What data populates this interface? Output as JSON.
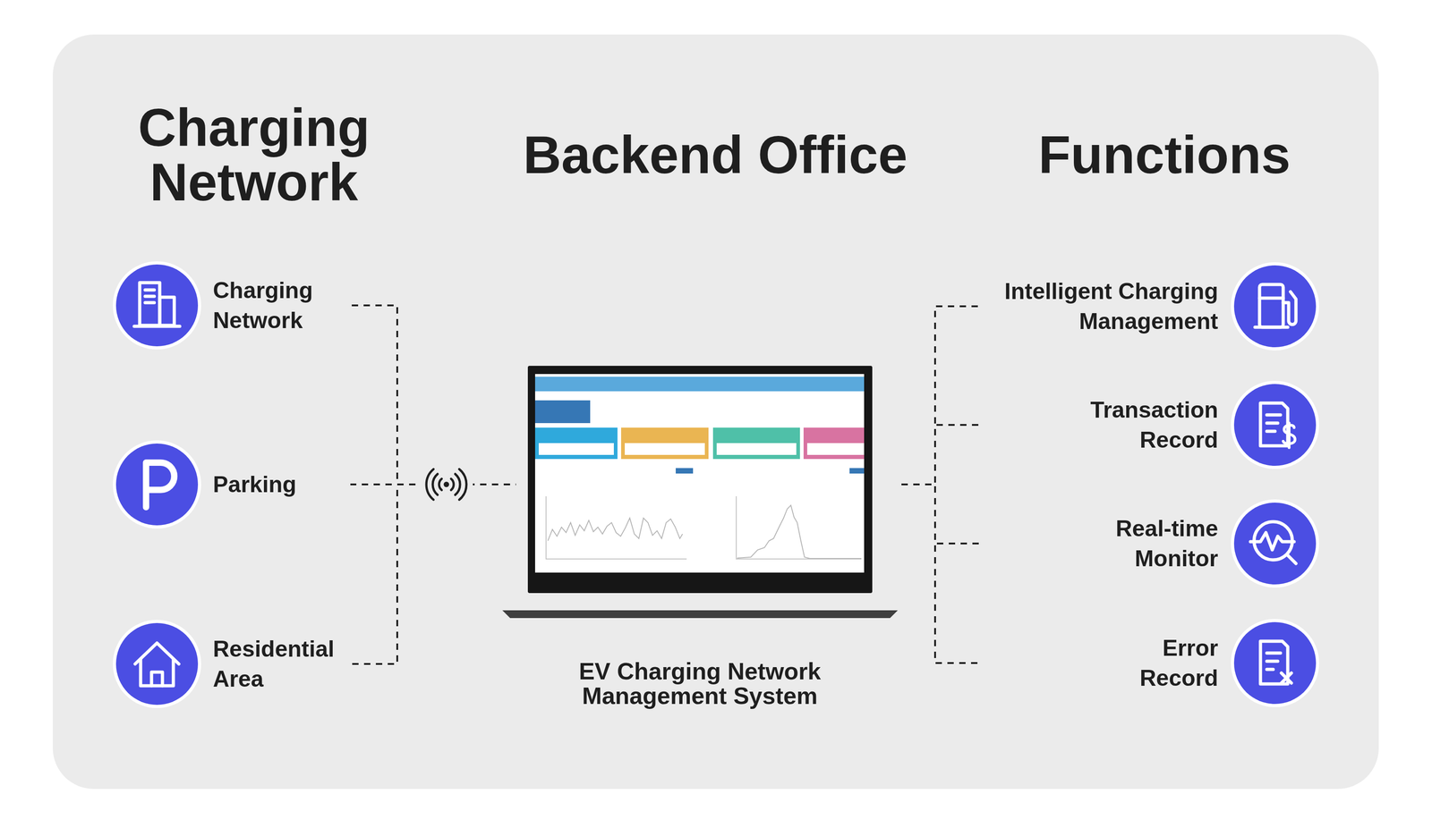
{
  "diagram": {
    "nodes": [
      {
        "text": [
          "Charging Network"
        ]
      },
      {
        "text": [
          "Parking"
        ]
      },
      {
        "text": [
          "Residential Area"
        ]
      },
      {
        "text": [
          "EV Charging Network Management System"
        ]
      },
      {
        "text": [
          "Intelligent Charging Management"
        ]
      },
      {
        "text": [
          "Transaction Record"
        ]
      },
      {
        "text": [
          "Real-time Monitor"
        ]
      },
      {
        "text": [
          "Error Record"
        ]
      }
    ],
    "edges": [
      {
        "from": 0,
        "to": 3,
        "arrow": "none"
      },
      {
        "from": 1,
        "to": 3,
        "arrow": "none"
      },
      {
        "from": 2,
        "to": 3,
        "arrow": "none"
      },
      {
        "from": 3,
        "to": 4,
        "arrow": "none"
      },
      {
        "from": 3,
        "to": 5,
        "arrow": "none"
      },
      {
        "from": 3,
        "to": 6,
        "arrow": "none"
      },
      {
        "from": 3,
        "to": 7,
        "arrow": "none"
      }
    ],
    "labels": [
      "Charging Network",
      "Backend Office",
      "Functions"
    ]
  }
}
